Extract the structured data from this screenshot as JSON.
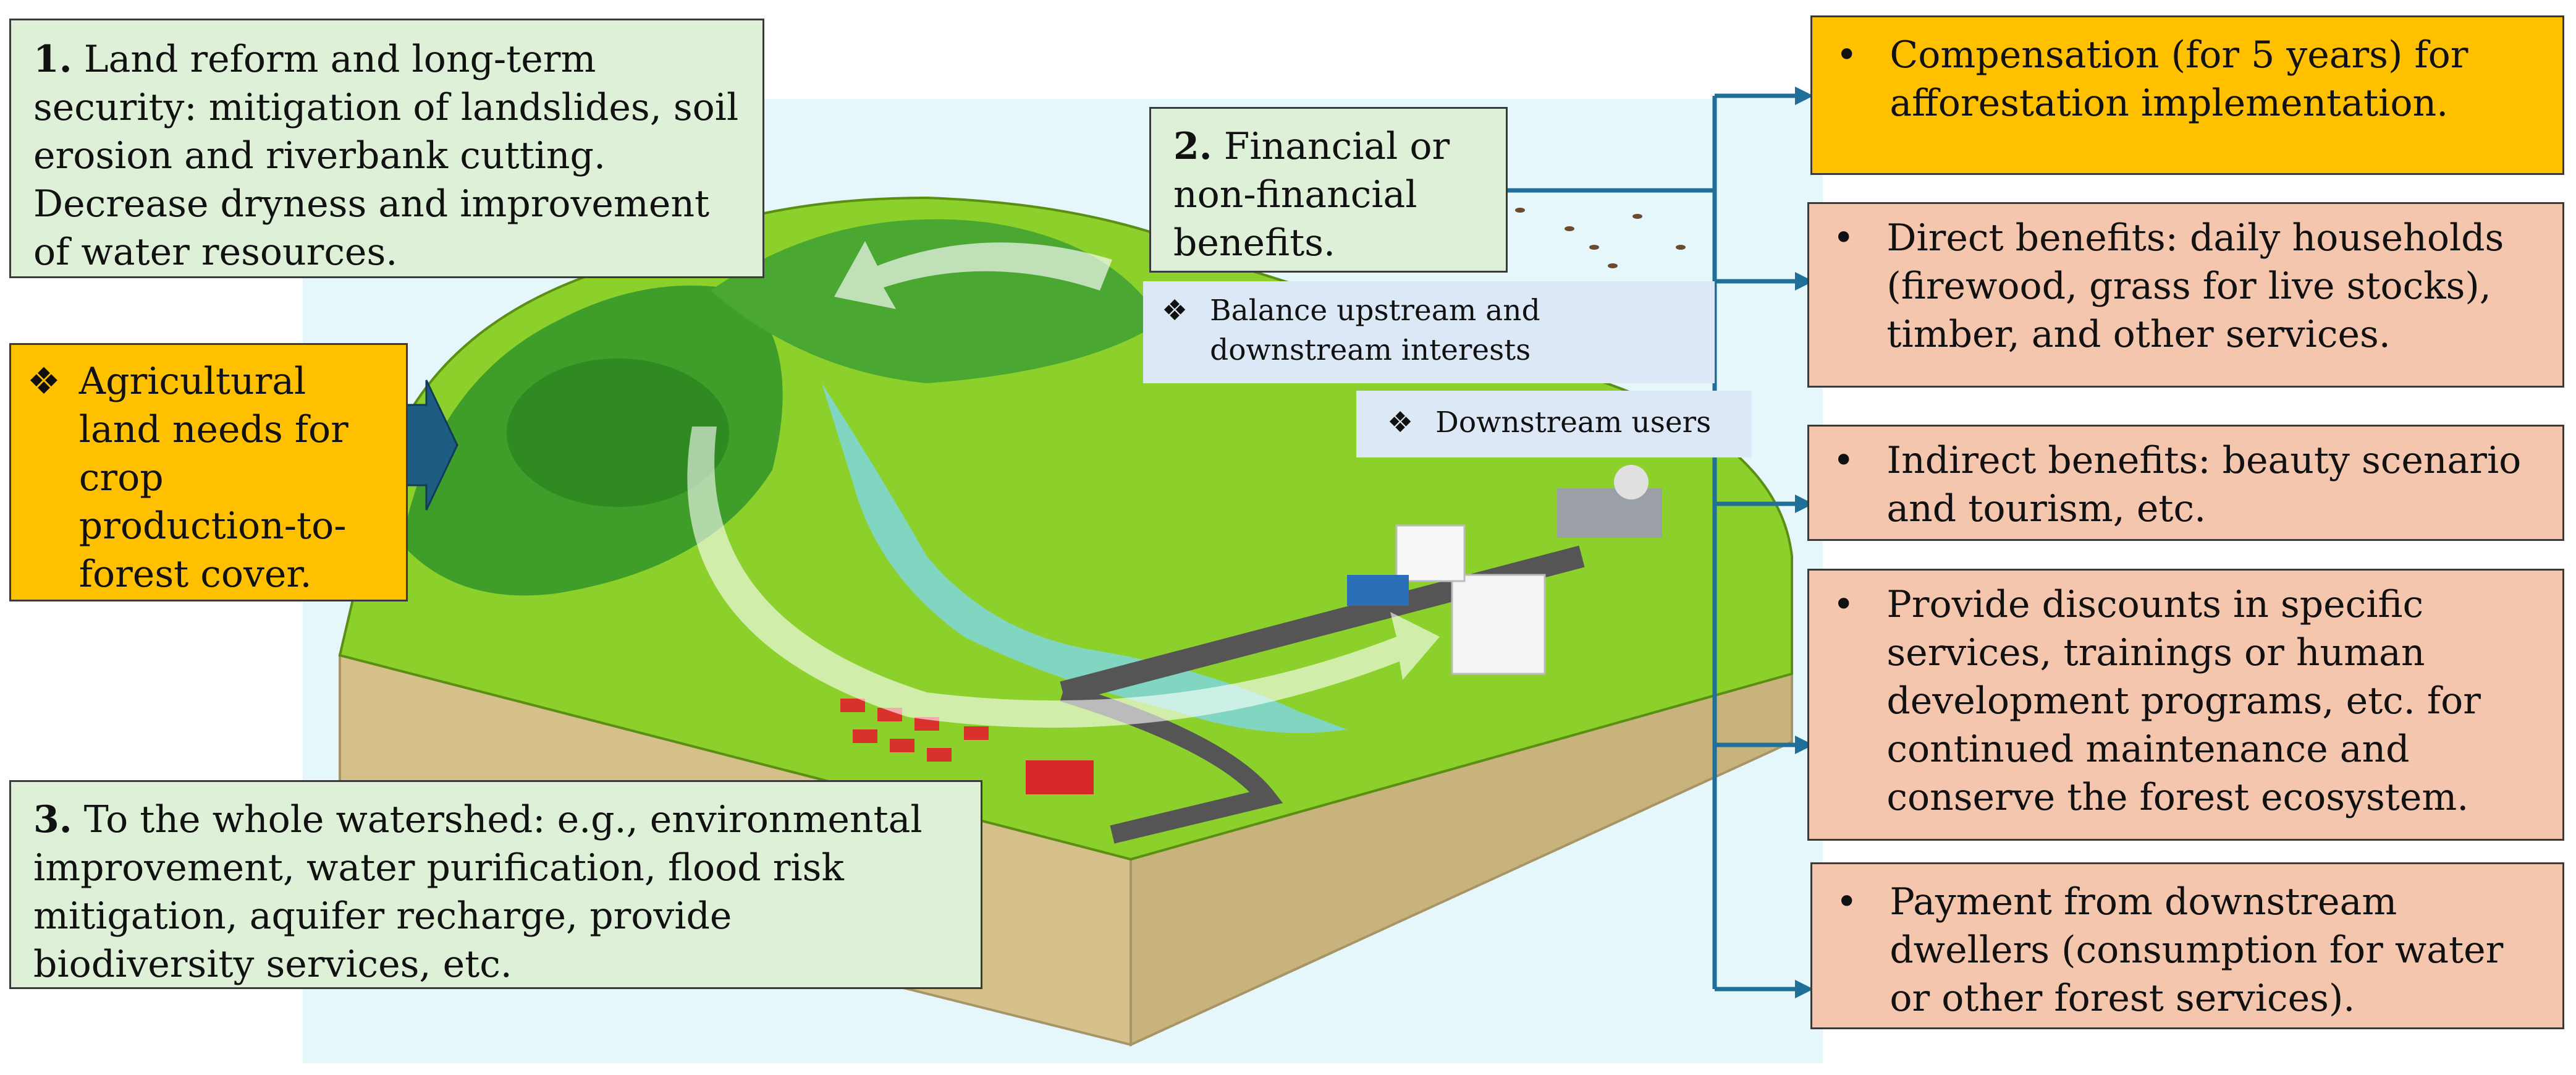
{
  "box1": {
    "num": "1.",
    "text": "Land reform and long-term security: mitigation of landslides, soil erosion and riverbank cutting. Decrease dryness and improvement of water resources."
  },
  "box_agri": {
    "bullet": "❖",
    "text": "Agricultural land needs for crop production-to-forest cover."
  },
  "box2": {
    "num": "2.",
    "text": "Financial or non-financial benefits."
  },
  "box3": {
    "num": "3.",
    "text": "To the whole watershed: e.g., environmental improvement, water purification, flood risk mitigation, aquifer recharge, provide biodiversity services, etc."
  },
  "labels": {
    "balance": "Balance upstream and downstream interests",
    "downstream": "Downstream users",
    "diamond": "❖"
  },
  "right_boxes": [
    {
      "bullet": "•",
      "text": "Compensation (for 5 years) for afforestation implementation."
    },
    {
      "bullet": "•",
      "text": "Direct benefits: daily households (firewood, grass for live stocks), timber, and other services."
    },
    {
      "bullet": "•",
      "text": "Indirect benefits: beauty scenario and tourism, etc."
    },
    {
      "bullet": "•",
      "text": "Provide discounts in specific services, trainings or human development programs, etc. for continued maintenance and conserve the forest ecosystem."
    },
    {
      "bullet": "•",
      "text": "Payment from downstream dwellers (consumption for water or other forest services)."
    }
  ],
  "colors": {
    "green_box": "#dff0d8",
    "orange_box": "#ffc000",
    "salmon_box": "#f5c6ae",
    "connector": "#1f6f99",
    "land": "#8cd12b",
    "soil": "#d6c08a",
    "sky": "#e6f7fb"
  }
}
